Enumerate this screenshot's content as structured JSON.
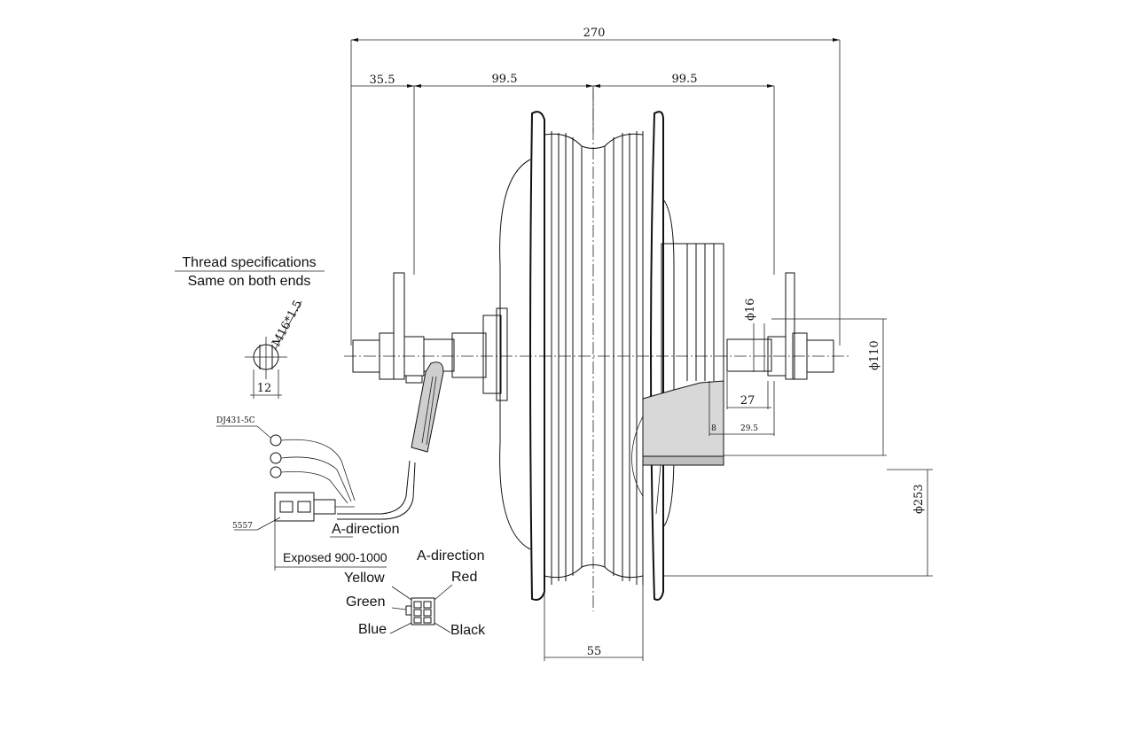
{
  "dimensions": {
    "overall_width": "270",
    "left_offset": "35.5",
    "left_half": "99.5",
    "right_half": "99.5",
    "rim_width": "55",
    "shaft_diameter": "ϕ16",
    "axle_right_27": "27",
    "axle_right_29_5": "29.5",
    "small_8": "8",
    "hub_diameter": "ϕ110",
    "rim_diameter": "ϕ253",
    "flat_width": "12"
  },
  "thread": {
    "title": "Thread specifications",
    "subtitle": "Same on both ends",
    "spec": "M16*1.5"
  },
  "connectors": {
    "terminal_model": "DJ431-5C",
    "plug_model": "5557",
    "direction_label": "A-direction",
    "exposed_length": "Exposed 900-1000"
  },
  "pinout": {
    "title": "A-direction",
    "wires": {
      "yellow": "Yellow",
      "red": "Red",
      "green": "Green",
      "blue": "Blue",
      "black": "Black"
    }
  }
}
